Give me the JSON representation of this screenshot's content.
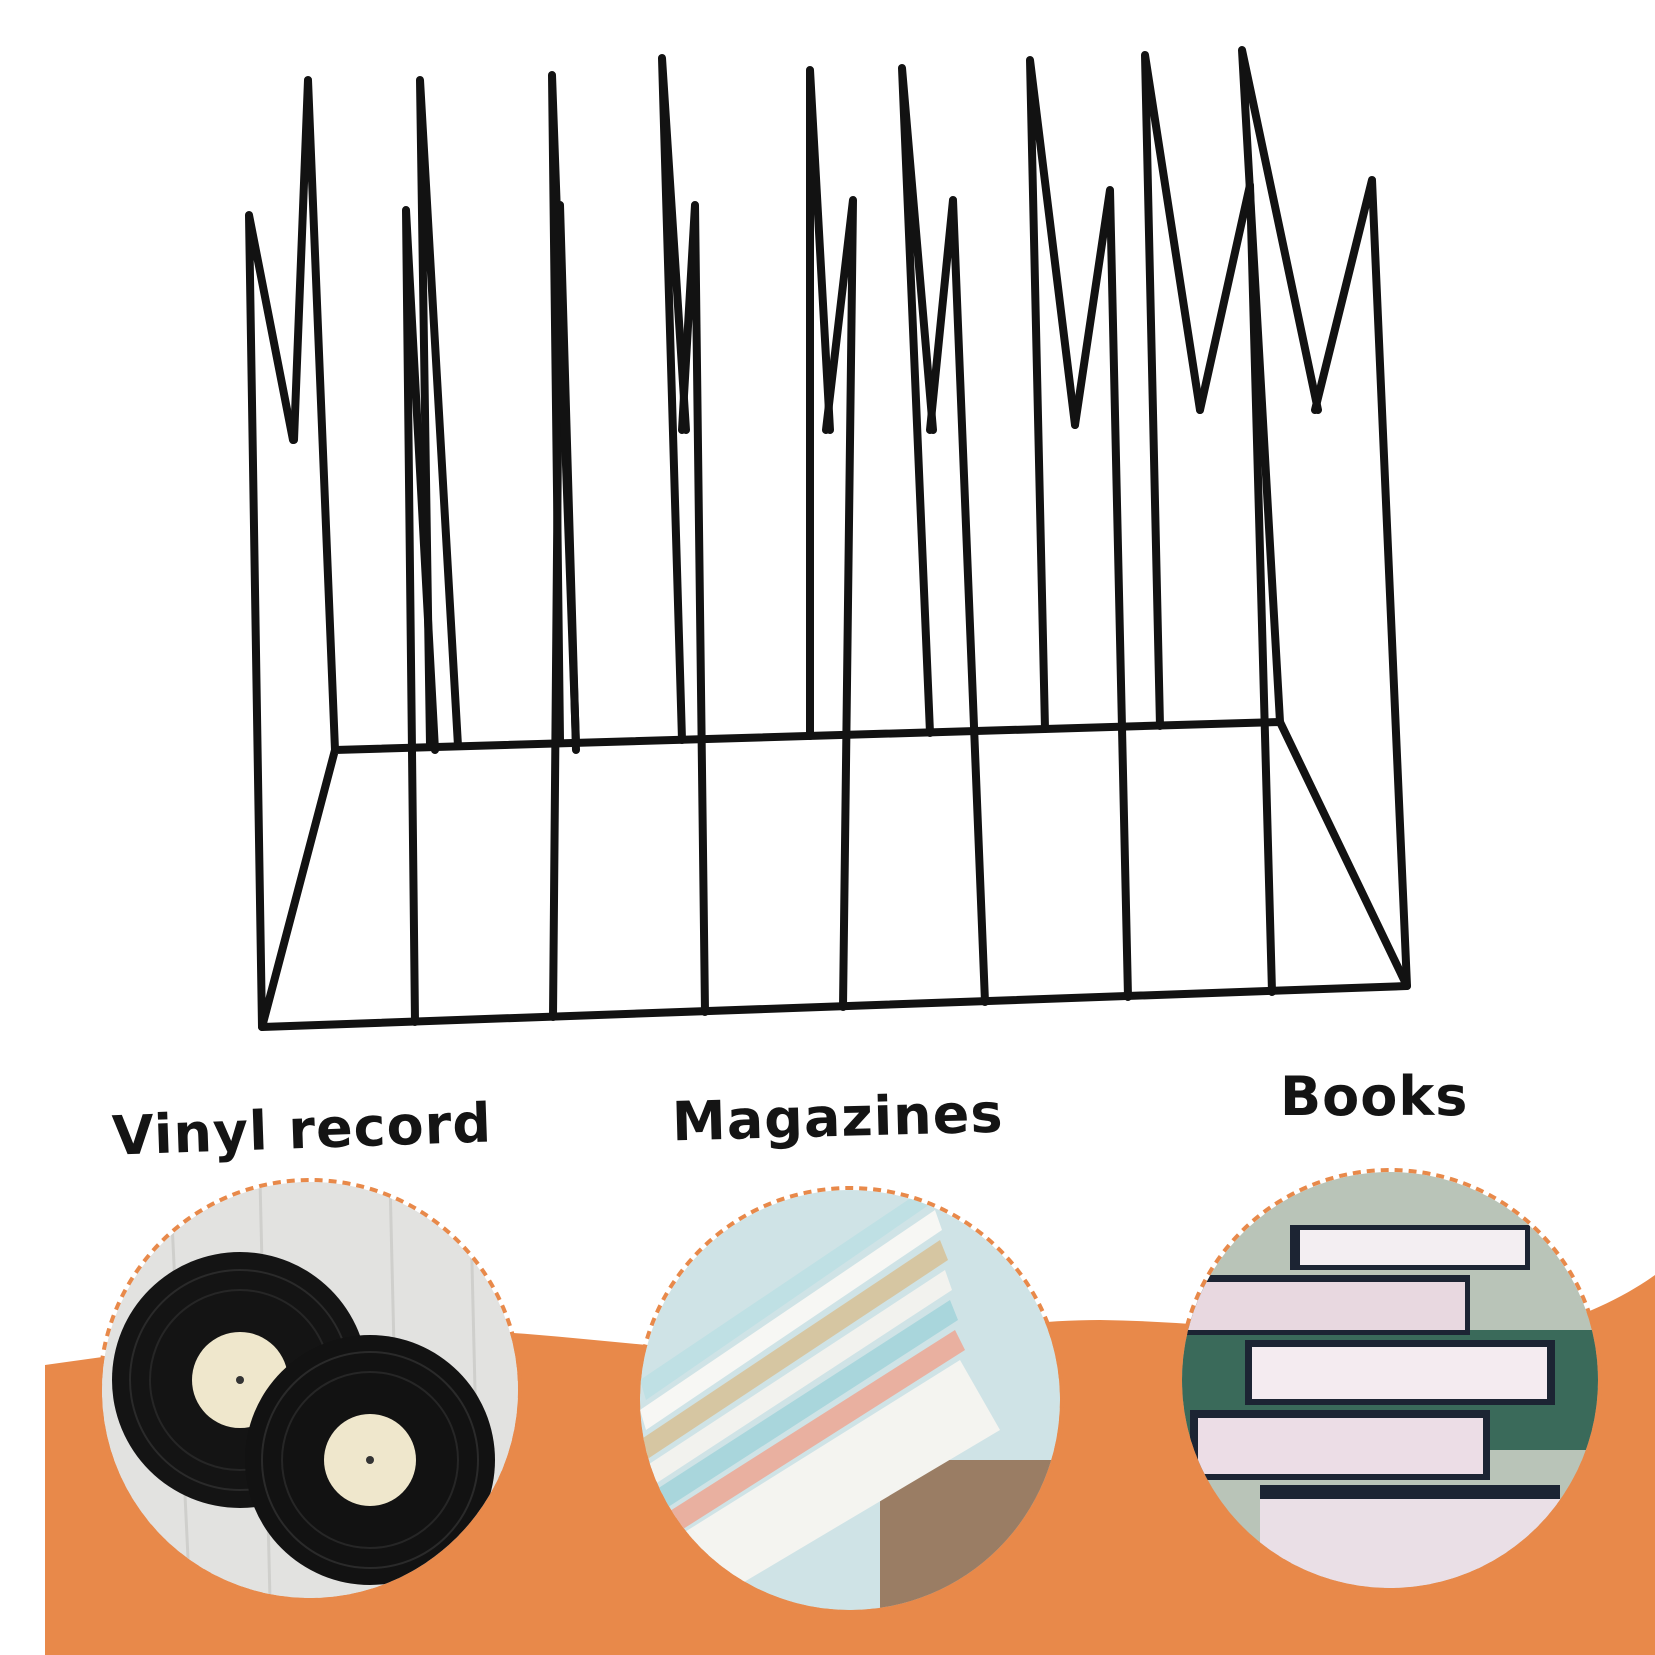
{
  "captions": {
    "vinyl": "Vinyl record",
    "magazines": "Magazines",
    "books": "Books"
  },
  "colors": {
    "background": "#ffffff",
    "accent_orange": "#E8894A",
    "rack_black": "#121212"
  },
  "icons": [
    "wire-rack",
    "vinyl-record-icon",
    "magazine-stack-icon",
    "book-stack-icon"
  ]
}
